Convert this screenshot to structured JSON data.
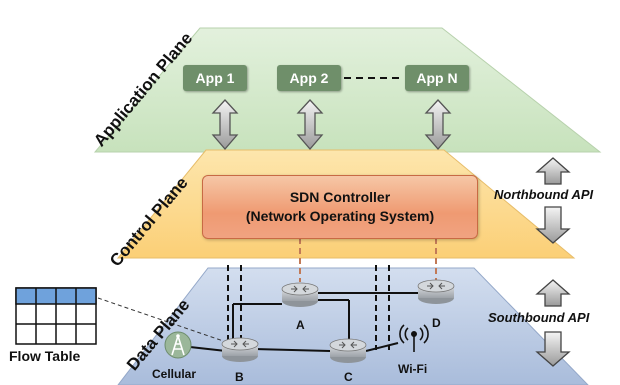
{
  "planes": {
    "application": "Application Plane",
    "control": "Control Plane",
    "data": "Data Plane"
  },
  "apps": [
    "App 1",
    "App 2",
    "App N"
  ],
  "controller": {
    "line1": "SDN Controller",
    "line2": "(Network Operating System)"
  },
  "apis": {
    "northbound": "Northbound API",
    "southbound": "Southbound API"
  },
  "flow_table": {
    "label": "Flow Table",
    "rows": 3,
    "cols": 4
  },
  "nodes": {
    "routers": [
      "A",
      "B",
      "C",
      "D"
    ],
    "cellular": "Cellular",
    "wifi": "Wi-Fi"
  },
  "colors": {
    "application_plane": "#cfe6c6",
    "control_plane": "#fcd890",
    "data_plane": "#bccbe2",
    "app_box": "#6f8f6a",
    "controller": "#ef9a72",
    "router": "#b6bac0",
    "flow_table_header": "#6fa2dc"
  }
}
